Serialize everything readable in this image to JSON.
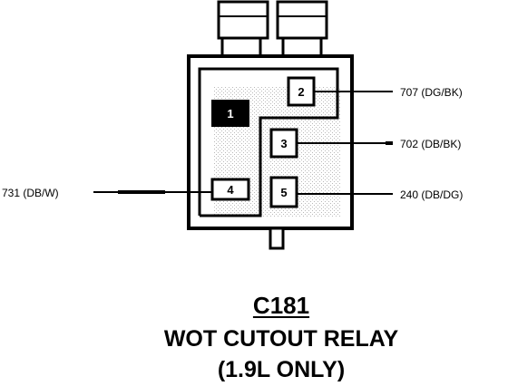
{
  "connector": {
    "id": "C181",
    "component": "WOT CUTOUT RELAY",
    "note": "(1.9L ONLY)"
  },
  "pins": {
    "p1": "1",
    "p2": "2",
    "p3": "3",
    "p4": "4",
    "p5": "5"
  },
  "wires": {
    "w707": "707 (DG/BK)",
    "w702": "702 (DB/BK)",
    "w240": "240 (DB/DG)",
    "w731": "731 (DB/W)"
  },
  "colors": {
    "ink": "#000000",
    "paper": "#ffffff",
    "stipple": "#9a9a9a"
  }
}
